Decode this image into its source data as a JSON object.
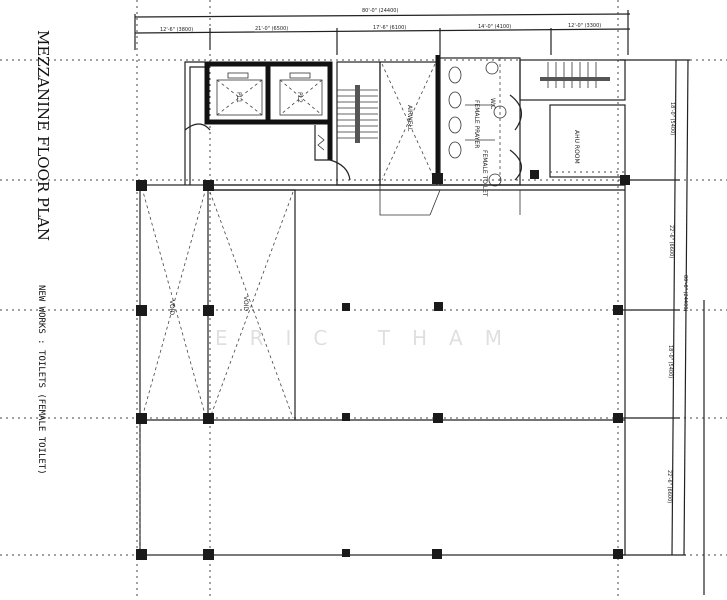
{
  "title": "MEZZANINE FLOOR PLAN",
  "note": "NEW WORKS : TOILETS (FEMALE TOILET)",
  "watermark": "ERIC THAM",
  "dimensions": {
    "top_overall": "80'-0\" (24400)",
    "top_segments": [
      "12'-6\" (3800)",
      "21'-0\" (6500)",
      "17'-6\" (6100)",
      "14'-0\" (4100)",
      "12'-0\" (3300)"
    ],
    "right_overall": "80'-0\" (24400)",
    "right_segments": [
      "18'-0\" (5400)",
      "22'-6\" (6600)",
      "18'-0\" (5400)",
      "22'-6\" (6600)"
    ]
  },
  "rooms": {
    "lift1": "PL1",
    "lift2": "PL2",
    "airwell": "AIRWELL",
    "void1": "VOID",
    "void2": "VOID",
    "prayer": "FEMALE PRAYER",
    "toilet": "FEMALE TOILET",
    "wc": "W.C",
    "ahu": "AHU ROOM"
  }
}
